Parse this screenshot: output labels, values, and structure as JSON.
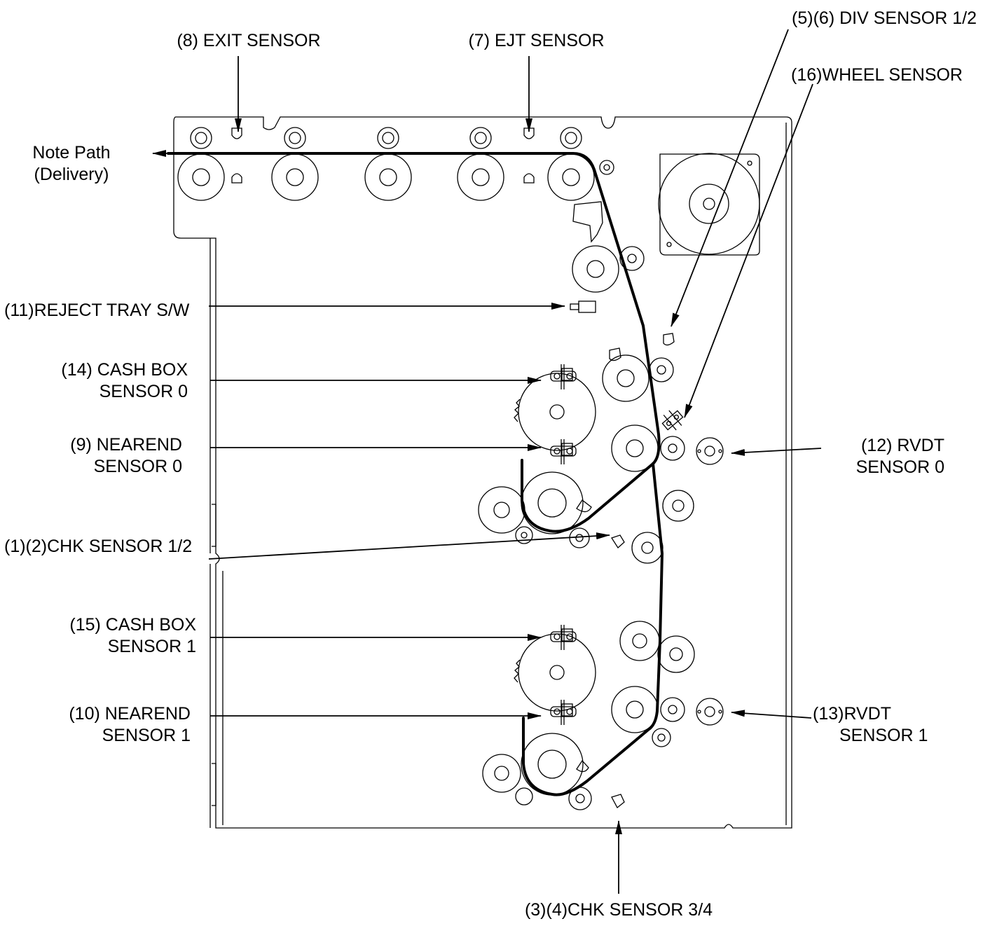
{
  "labels": {
    "exit_sensor": "(8) EXIT SENSOR",
    "ejt_sensor": "(7) EJT SENSOR",
    "div_sensor": "(5)(6) DIV SENSOR 1/2",
    "wheel_sensor": "(16)WHEEL SENSOR",
    "note_path_line1": "Note Path",
    "note_path_line2": "(Delivery)",
    "reject_tray": "(11)REJECT TRAY S/W",
    "cash_box_0_line1": "(14) CASH BOX",
    "cash_box_0_line2": "SENSOR 0",
    "nearend_0_line1": "(9) NEAREND",
    "nearend_0_line2": "SENSOR 0",
    "rvdt_0_line1": "(12) RVDT",
    "rvdt_0_line2": "SENSOR 0",
    "chk_sensor_12": "(1)(2)CHK SENSOR 1/2",
    "cash_box_1_line1": "(15) CASH BOX",
    "cash_box_1_line2": "SENSOR 1",
    "nearend_1_line1": "(10) NEAREND",
    "nearend_1_line2": "SENSOR 1",
    "rvdt_1_line1": "(13)RVDT",
    "rvdt_1_line2": "SENSOR 1",
    "chk_sensor_34": "(3)(4)CHK SENSOR 3/4"
  }
}
